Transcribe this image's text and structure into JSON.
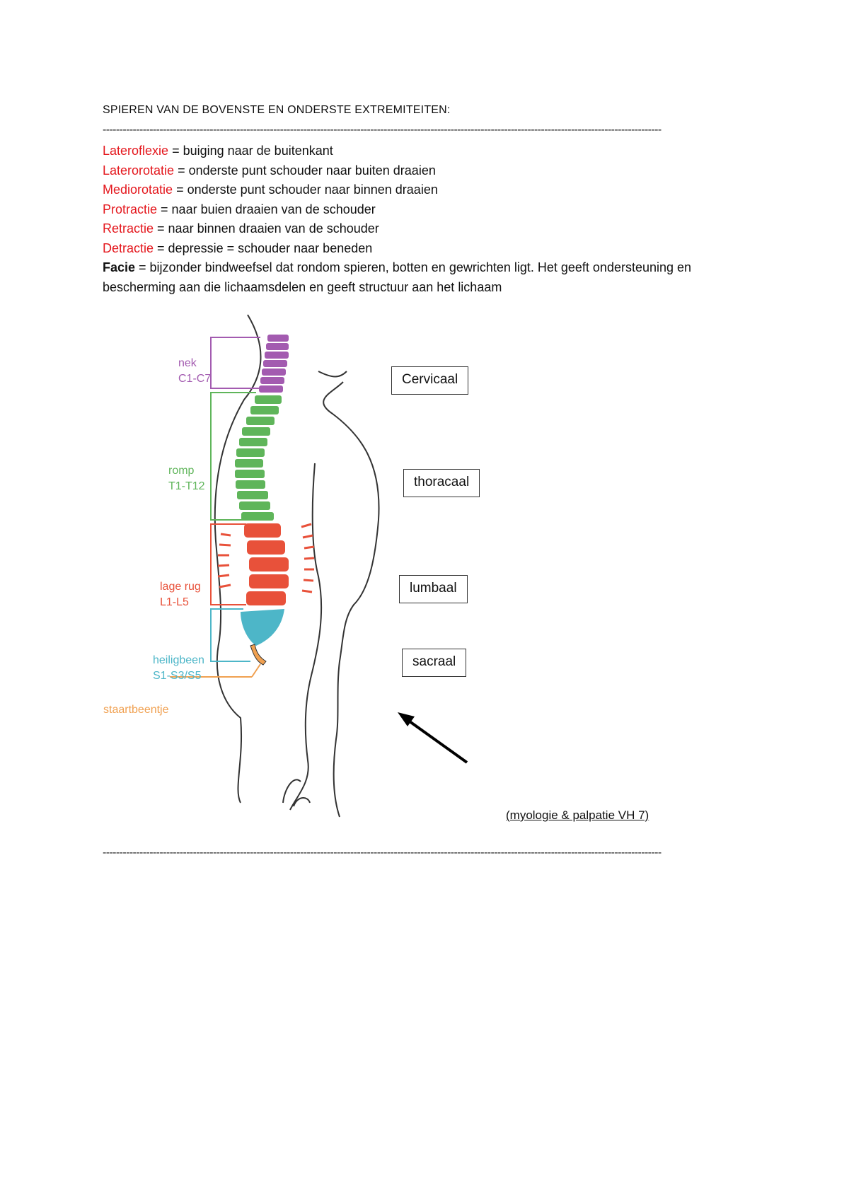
{
  "document": {
    "title": "SPIEREN VAN DE BOVENSTE EN ONDERSTE EXTREMITEITEN:",
    "separator": "-----------------------------------------------------------------------------------------------------------------------------------------------------------------------",
    "definitions": [
      {
        "term": "Lateroflexie",
        "text": " = buiging naar de buitenkant"
      },
      {
        "term": "Laterorotatie",
        "text": " = onderste punt schouder naar buiten draaien"
      },
      {
        "term": "Mediorotatie",
        "text": " = onderste punt schouder naar binnen draaien"
      },
      {
        "term": "Protractie",
        "text": " = naar buien draaien van de schouder"
      },
      {
        "term": "Retractie",
        "text": " = naar binnen draaien van de schouder"
      },
      {
        "term": "Detractie",
        "text": " = depressie = schouder naar beneden"
      }
    ],
    "facie": {
      "term": "Facie",
      "text": " = bijzonder bindweefsel dat rondom spieren, botten en gewrichten ligt. Het geeft ondersteuning en bescherming aan die lichaamsdelen en geeft structuur aan het lichaam"
    },
    "credit": "(myologie & palpatie VH 7)"
  },
  "figure": {
    "regions": [
      {
        "name": "nek",
        "range": "C1-C7",
        "color": "#a35bb0"
      },
      {
        "name": "romp",
        "range": "T1-T12",
        "color": "#5fb55a"
      },
      {
        "name": "lage rug",
        "range": "L1-L5",
        "color": "#e8513a"
      },
      {
        "name": "heiligbeen",
        "range": "S1-S3/S5",
        "color": "#4db6c8"
      }
    ],
    "tail": {
      "name": "staartbeentje",
      "color": "#f0a050"
    },
    "boxes": [
      "Cervicaal",
      "thoracaal",
      "lumbaal",
      "sacraal"
    ]
  }
}
